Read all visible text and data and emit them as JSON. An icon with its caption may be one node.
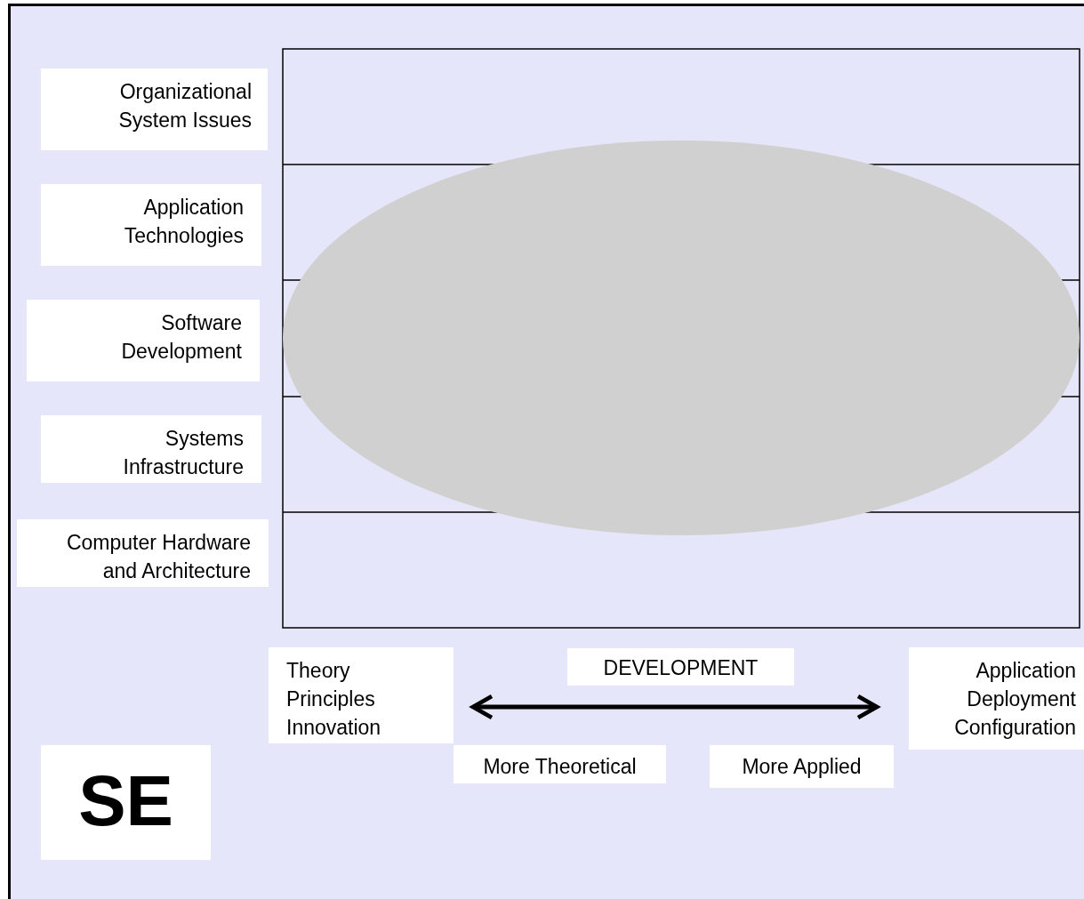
{
  "diagram": {
    "nodes": [
      {
        "text": [
          "Organizational System Issues"
        ]
      },
      {
        "text": [
          "Application Technologies"
        ]
      },
      {
        "text": [
          "Software Development"
        ]
      },
      {
        "text": [
          "Systems Infrastructure"
        ]
      },
      {
        "text": [
          "Computer Hardware and Architecture"
        ]
      },
      {
        "text": [
          "Theory",
          "Principles",
          "Innovation"
        ]
      },
      {
        "text": [
          "DEVELOPMENT"
        ]
      },
      {
        "text": [
          "Application",
          "Deployment",
          "Configuration"
        ]
      },
      {
        "text": [
          "More Theoretical"
        ]
      },
      {
        "text": [
          "More Applied"
        ]
      },
      {
        "text": [
          "SE"
        ]
      }
    ],
    "edges": [
      {
        "from": 5,
        "to": 7,
        "arrow": "both"
      }
    ]
  }
}
